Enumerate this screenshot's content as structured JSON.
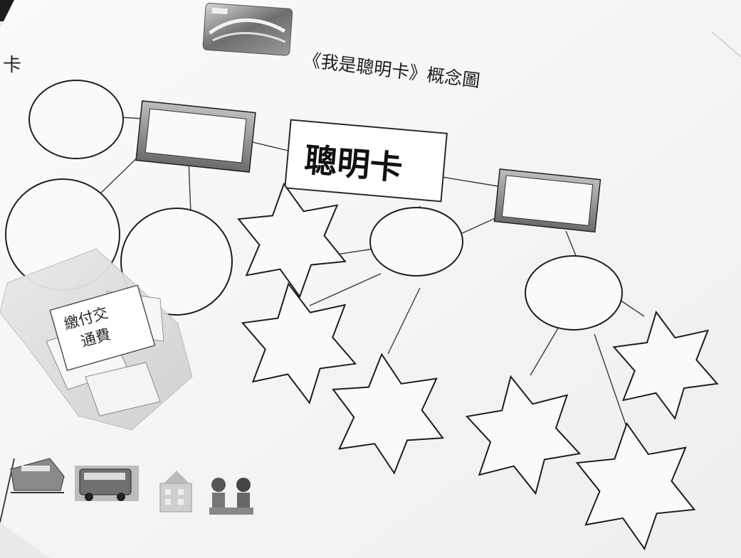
{
  "photo": {
    "description_label": "",
    "worksheet": {
      "title": "《我是聰明卡》概念圖",
      "center_label": "聰明卡",
      "edge_fragment": "卡"
    },
    "card_slip": {
      "line1": "繳付交",
      "line2": "通費"
    },
    "icons": [
      "train-icon",
      "bus-icon",
      "building-icon",
      "children-icon",
      "octopus-card-image"
    ],
    "colors": {
      "paper": "#f8f8f8",
      "ink": "#1e1e1e",
      "background": "#1a1a1a"
    }
  }
}
